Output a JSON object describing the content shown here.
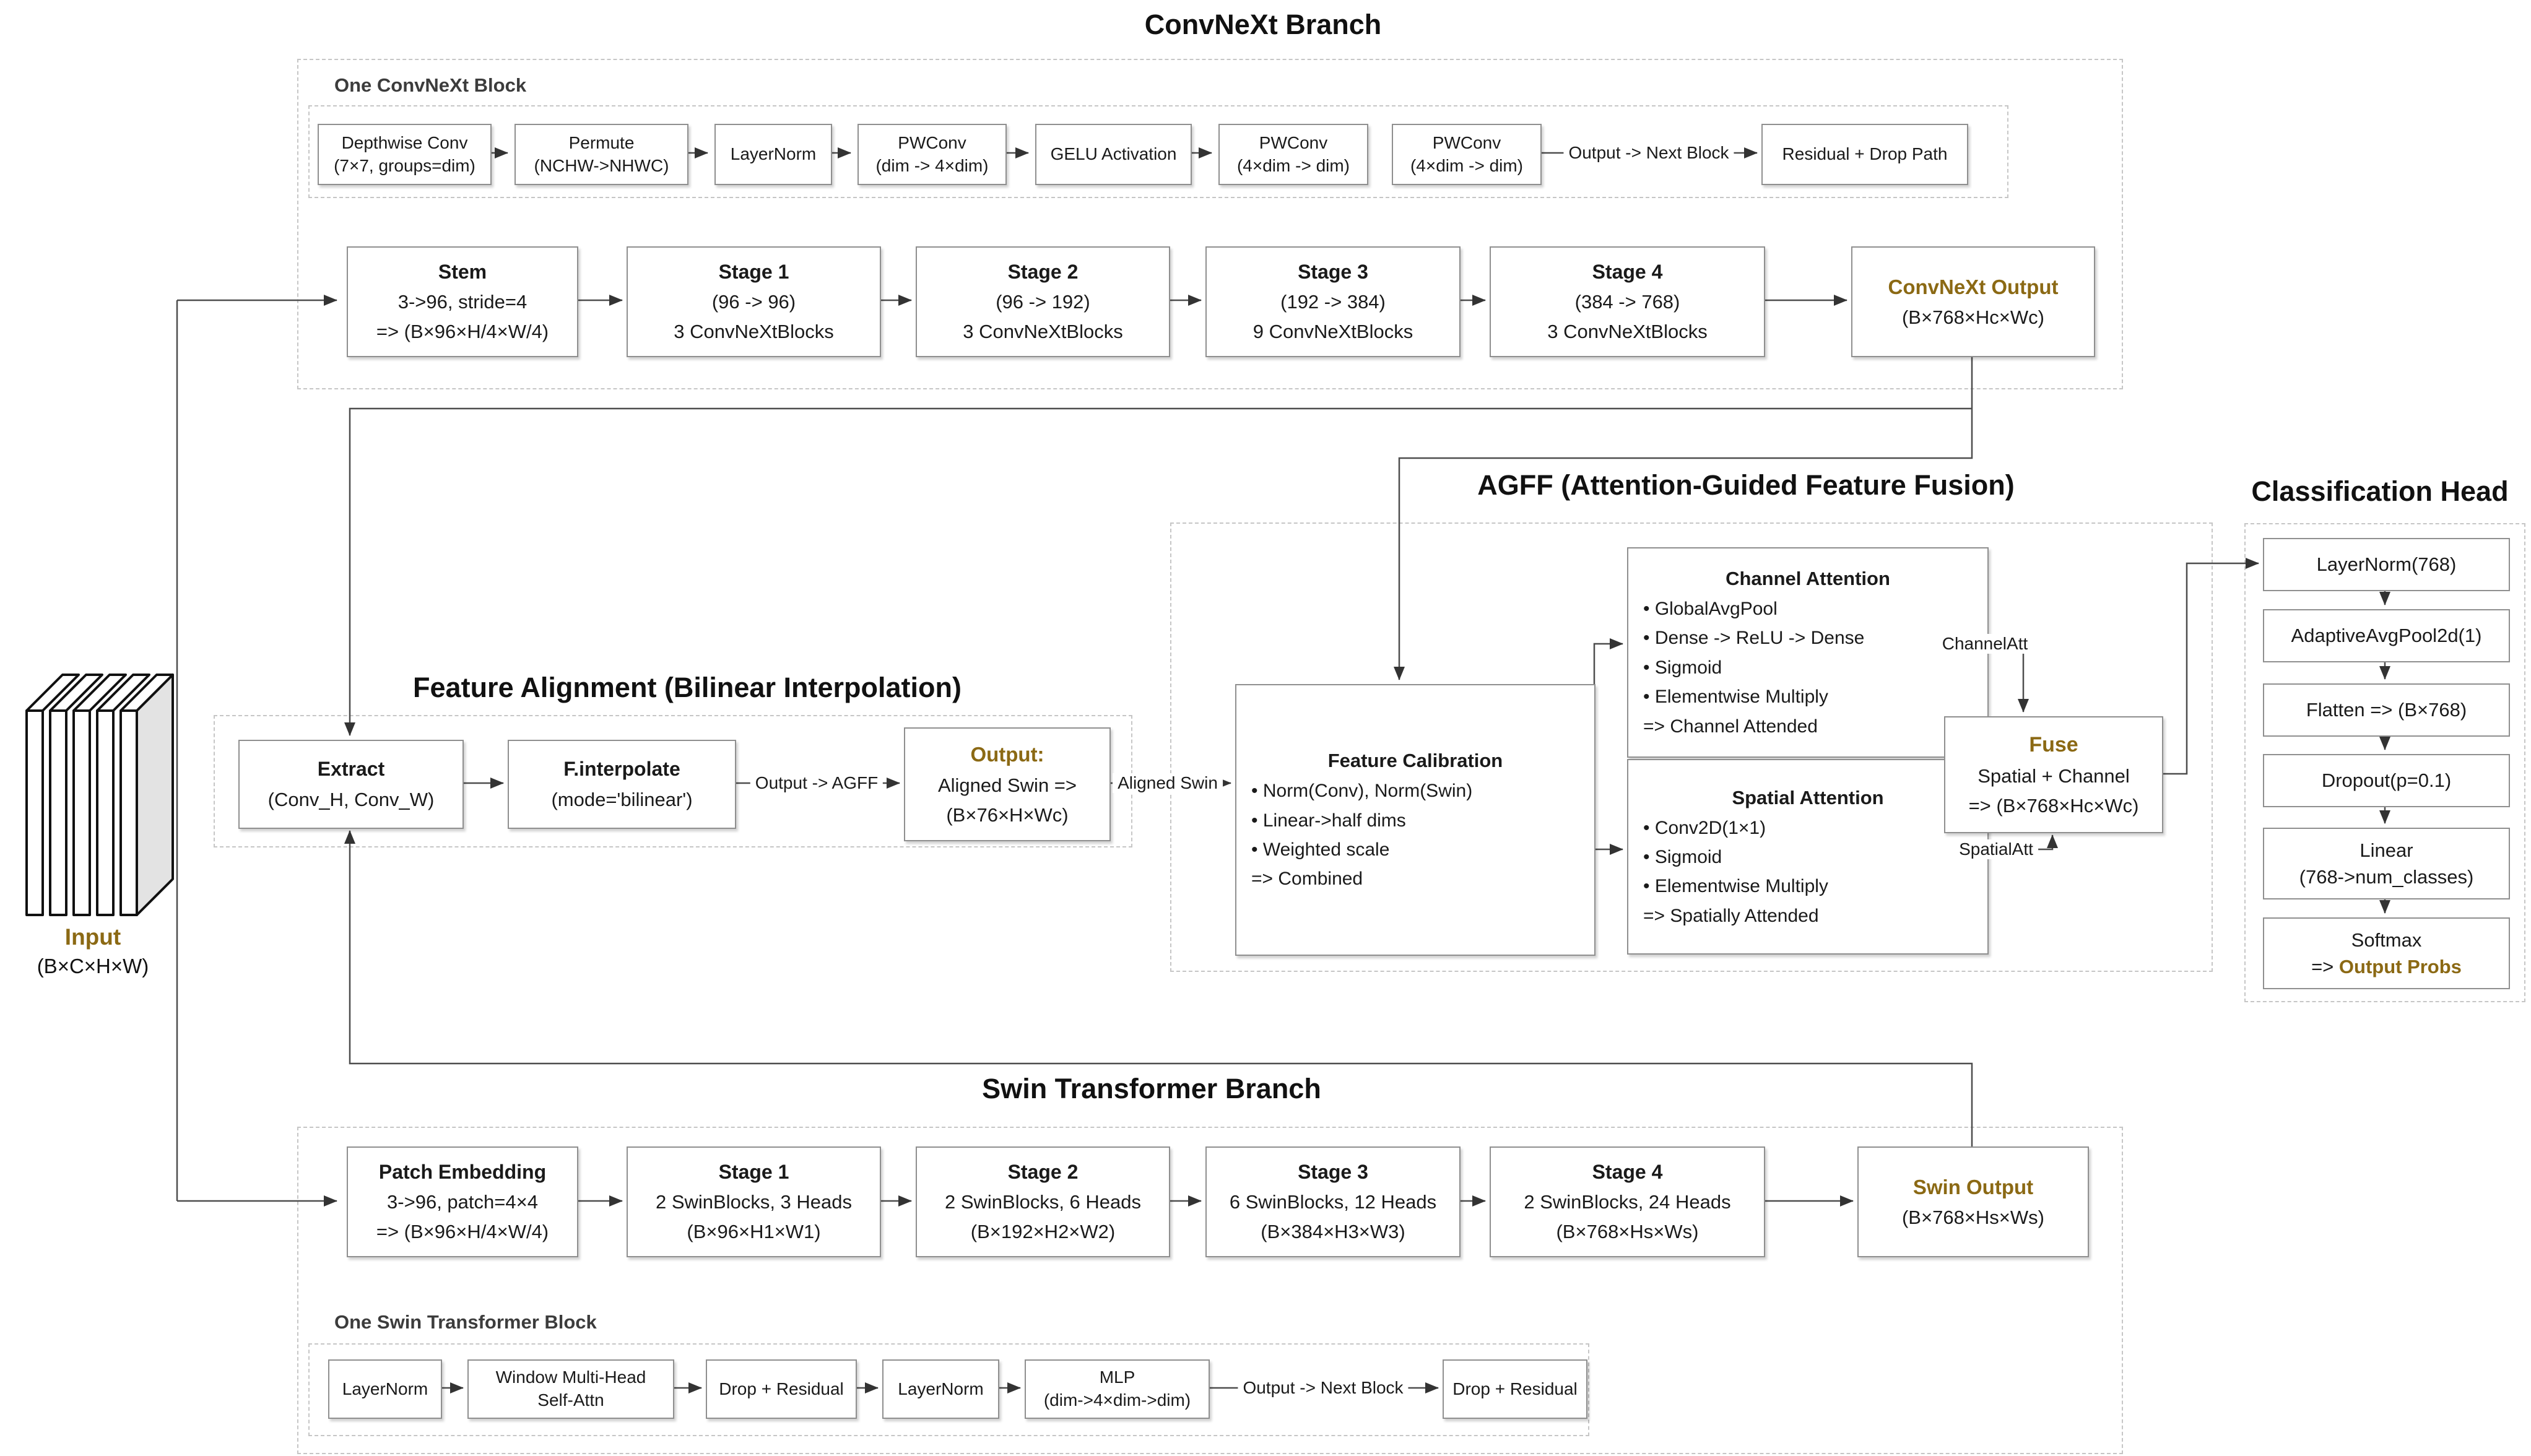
{
  "colors": {
    "accent": "#8b6914",
    "line": "#4d4d4d",
    "border": "#8f8f8f"
  },
  "input": {
    "label": "Input",
    "shape": "(B×C×H×W)"
  },
  "convnext": {
    "title": "ConvNeXt Branch",
    "block_section_label": "One ConvNeXt Block",
    "block_chain": [
      {
        "l1": "Depthwise Conv",
        "l2": "(7×7, groups=dim)"
      },
      {
        "l1": "Permute",
        "l2": "(NCHW->NHWC)"
      },
      {
        "l1": "LayerNorm",
        "l2": ""
      },
      {
        "l1": "PWConv",
        "l2": "(dim -> 4×dim)"
      },
      {
        "l1": "GELU Activation",
        "l2": ""
      },
      {
        "l1": "PWConv",
        "l2": "(4×dim -> dim)"
      },
      {
        "l1": "PWConv",
        "l2": "(4×dim -> dim)"
      }
    ],
    "block_edge_label": "Output -> Next Block",
    "block_final": "Residual + Drop Path",
    "stages": [
      {
        "title": "Stem",
        "line2": "3->96, stride=4",
        "line3": "=> (B×96×H/4×W/4)"
      },
      {
        "title": "Stage 1",
        "line2": "(96 -> 96)",
        "line3": "3 ConvNeXtBlocks"
      },
      {
        "title": "Stage 2",
        "line2": "(96 -> 192)",
        "line3": "3 ConvNeXtBlocks"
      },
      {
        "title": "Stage 3",
        "line2": "(192 -> 384)",
        "line3": "9 ConvNeXtBlocks"
      },
      {
        "title": "Stage 4",
        "line2": "(384 -> 768)",
        "line3": "3 ConvNeXtBlocks"
      }
    ],
    "output": {
      "title": "ConvNeXt Output",
      "line2": "(B×768×Hc×Wc)"
    }
  },
  "feature_alignment": {
    "title": "Feature Alignment (Bilinear Interpolation)",
    "extract": {
      "l1": "Extract",
      "l2": "(Conv_H, Conv_W)"
    },
    "interpolate": {
      "l1": "F.interpolate",
      "l2": "(mode='bilinear')"
    },
    "edge_to_output": "Output -> AGFF",
    "output": {
      "l1": "Output:",
      "l2": "Aligned Swin =>",
      "l3": "(B×76×H×Wc)"
    },
    "edge_aligned": "Aligned Swin"
  },
  "agff": {
    "title": "AGFF (Attention-Guided Feature Fusion)",
    "calibration": {
      "title": "Feature Calibration",
      "bullets": [
        "Norm(Conv), Norm(Swin)",
        "Linear->half dims",
        "Weighted scale"
      ],
      "result": "=> Combined"
    },
    "channel": {
      "title": "Channel Attention",
      "bullets": [
        "GlobalAvgPool",
        "Dense -> ReLU -> Dense",
        "Sigmoid",
        "Elementwise Multiply"
      ],
      "result": "=> Channel Attended"
    },
    "spatial": {
      "title": "Spatial Attention",
      "bullets": [
        "Conv2D(1×1)",
        "Sigmoid",
        "Elementwise Multiply"
      ],
      "result": "=> Spatially Attended"
    },
    "fuse": {
      "title": "Fuse",
      "l2": "Spatial + Channel",
      "l3": "=> (B×768×Hc×Wc)"
    },
    "edge_channel": "ChannelAtt",
    "edge_spatial": "SpatialAtt"
  },
  "head": {
    "title": "Classification Head",
    "boxes": [
      "LayerNorm(768)",
      "AdaptiveAvgPool2d(1)",
      "Flatten => (B×768)",
      "Dropout(p=0.1)"
    ],
    "linear": {
      "l1": "Linear",
      "l2": "(768->num_classes)"
    },
    "softmax": {
      "l1": "Softmax",
      "prefix": "=> ",
      "result": "Output Probs"
    }
  },
  "swin": {
    "title": "Swin Transformer Branch",
    "stages": [
      {
        "title": "Patch Embedding",
        "line2": "3->96, patch=4×4",
        "line3": "=> (B×96×H/4×W/4)"
      },
      {
        "title": "Stage 1",
        "line2": "2 SwinBlocks, 3 Heads",
        "line3": "(B×96×H1×W1)"
      },
      {
        "title": "Stage 2",
        "line2": "2 SwinBlocks, 6 Heads",
        "line3": "(B×192×H2×W2)"
      },
      {
        "title": "Stage 3",
        "line2": "6 SwinBlocks, 12 Heads",
        "line3": "(B×384×H3×W3)"
      },
      {
        "title": "Stage 4",
        "line2": "2 SwinBlocks, 24 Heads",
        "line3": "(B×768×Hs×Ws)"
      }
    ],
    "output": {
      "title": "Swin Output",
      "line2": "(B×768×Hs×Ws)"
    },
    "block_section_label": "One Swin Transformer Block",
    "block_chain": [
      {
        "l1": "LayerNorm",
        "l2": ""
      },
      {
        "l1": "Window Multi-Head",
        "l2": "Self-Attn"
      },
      {
        "l1": "Drop + Residual",
        "l2": ""
      },
      {
        "l1": "LayerNorm",
        "l2": ""
      },
      {
        "l1": "MLP",
        "l2": "(dim->4×dim->dim)"
      }
    ],
    "block_edge_label": "Output -> Next Block",
    "block_final": "Drop + Residual"
  }
}
